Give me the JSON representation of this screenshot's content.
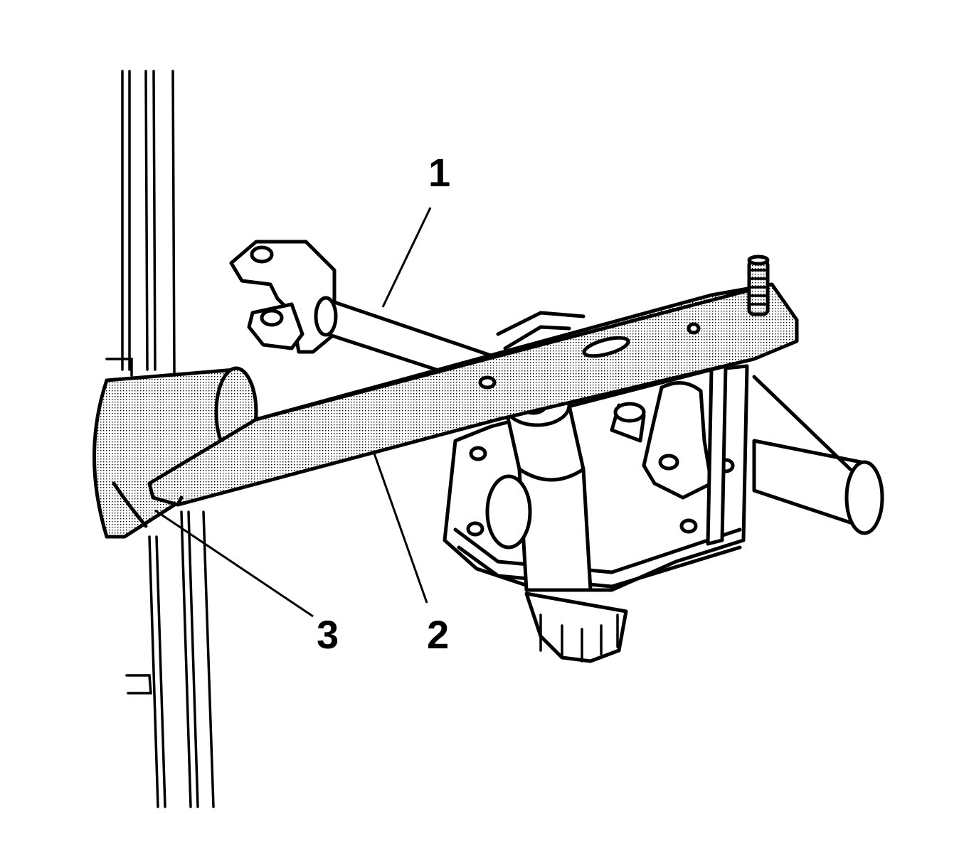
{
  "callouts": [
    {
      "id": "1",
      "label": "1"
    },
    {
      "id": "2",
      "label": "2"
    },
    {
      "id": "3",
      "label": "3"
    }
  ],
  "colors": {
    "line": "#000000",
    "background": "#ffffff",
    "stipple": "#000000"
  }
}
